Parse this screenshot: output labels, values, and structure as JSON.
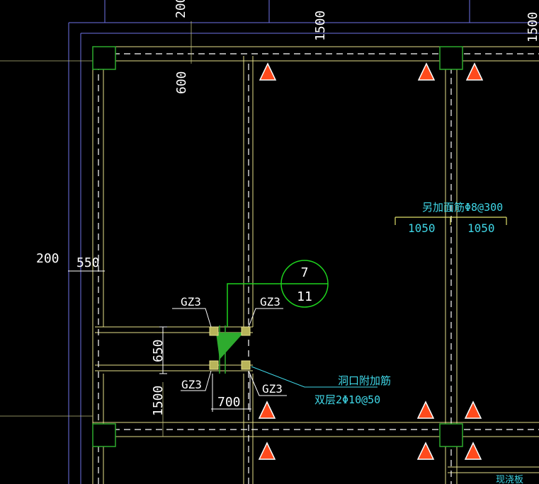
{
  "colors": {
    "background": "#000000",
    "dimension": "#ffffff",
    "wall": "#e6e08a",
    "outline": "#6f74e8",
    "column_edge": "#2eab2e",
    "column_fill": "#000000",
    "gz_fill": "#b8b45a",
    "annotation": "#3fd6e6",
    "callout": "#1ed41e",
    "support": "#ffffff",
    "support_fill": "#ff4a1c",
    "guide": "#e0e06a",
    "axis": "#b9b97c",
    "hatch": "#2eab2e"
  },
  "dimensions": {
    "top_200": "200",
    "top_1500": "1500",
    "top_1500_right": "1500",
    "left_600": "600",
    "left_200": "200",
    "left_550": "550",
    "mid_650": "650",
    "mid_1500": "1500",
    "bottom_700": "700",
    "slab_1050_left": "1050",
    "slab_1050_right": "1050"
  },
  "labels": {
    "gz_top_left": "GZ3",
    "gz_top_right": "GZ3",
    "gz_bottom_left": "GZ3",
    "gz_bottom_right": "GZ3",
    "extra_rebar": "另加面筋Φ8@300",
    "opening_rebar_title": "洞口附加筋",
    "opening_rebar_spec": "双层2Φ10@50",
    "callout_top": "7",
    "callout_bottom": "11",
    "cut_text": "现浇板"
  },
  "icons": {
    "support_marker": "triangle-support-icon",
    "callout_marker": "section-callout-icon"
  }
}
